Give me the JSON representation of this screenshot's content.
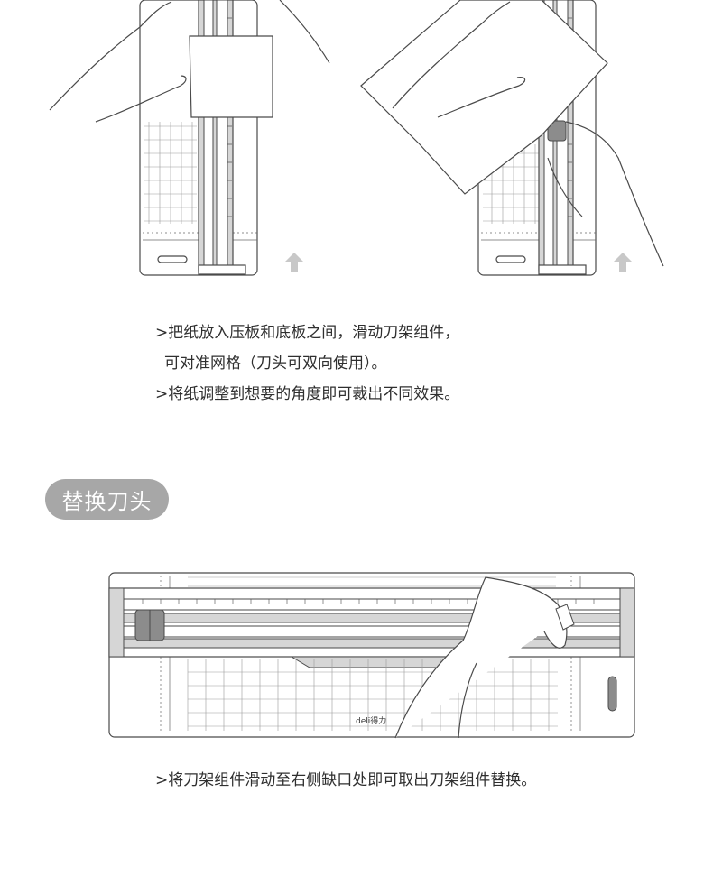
{
  "instructions_top": [
    ">把纸放入压板和底板之间，滑动刀架组件，",
    "可对准网格（刀头可双向使用）。",
    ">将纸调整到想要的角度即可裁出不同效果。"
  ],
  "section_title": "替换刀头",
  "instruction_bottom": ">将刀架组件滑动至右侧缺口处即可取出刀架组件替换。",
  "logo_text": "deli得力",
  "colors": {
    "pill": "#a7a7a7",
    "line": "#4a4a4a",
    "arrow": "#c8c8c8",
    "rail": "#d6d6d6",
    "handle": "#8c8c8c"
  }
}
